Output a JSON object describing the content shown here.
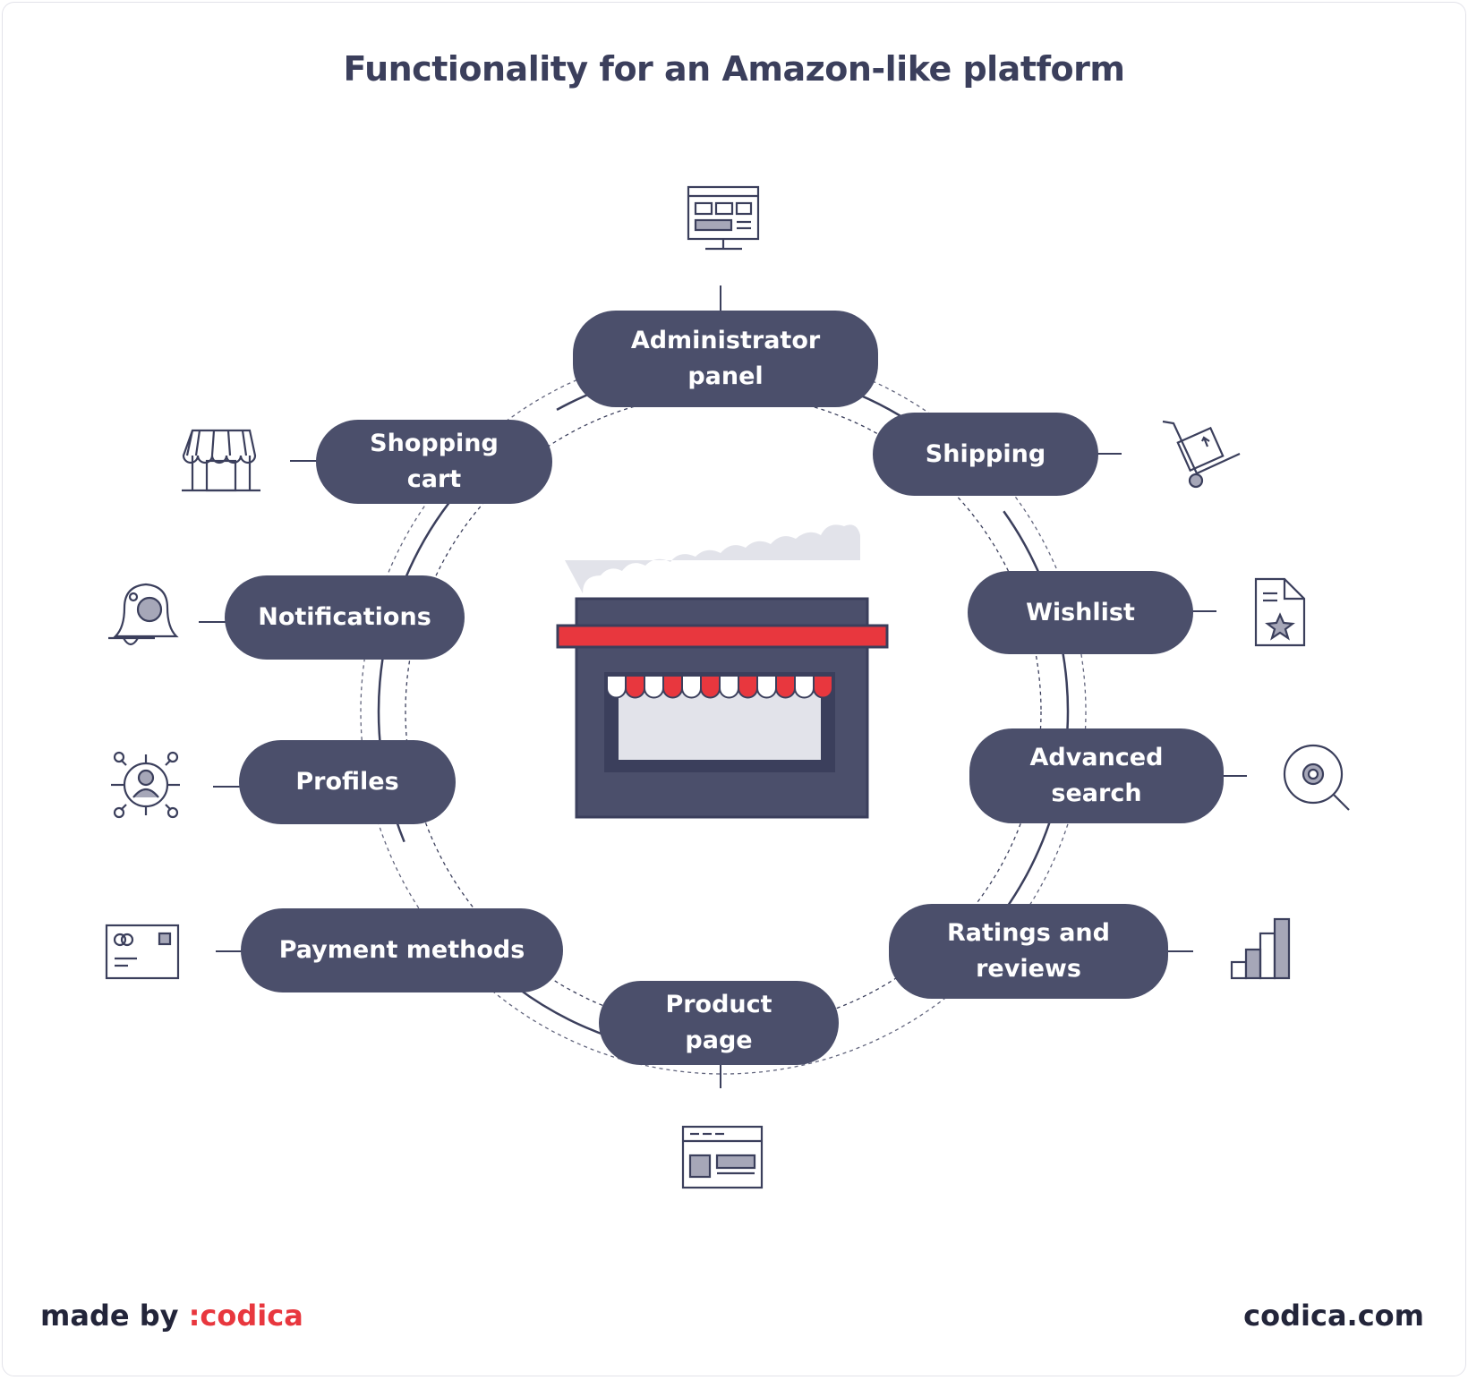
{
  "title": "Functionality for an Amazon-like platform",
  "colors": {
    "node": "#4b4f6b",
    "stroke": "#3b3f5c",
    "accent": "#e8373e",
    "icon_fill": "#a6a7b8"
  },
  "center": {
    "icon": "storefront-icon"
  },
  "nodes": [
    {
      "id": "administrator-panel",
      "label": "Administrator panel",
      "icon": "admin-dashboard-monitor-icon"
    },
    {
      "id": "shipping",
      "label": "Shipping",
      "icon": "delivery-hand-truck-icon"
    },
    {
      "id": "wishlist",
      "label": "Wishlist",
      "icon": "wishlist-document-star-icon"
    },
    {
      "id": "advanced-search",
      "label": "Advanced search",
      "icon": "search-gear-magnifier-icon"
    },
    {
      "id": "ratings-and-reviews",
      "label": "Ratings and reviews",
      "icon": "bar-chart-icon"
    },
    {
      "id": "product-page",
      "label": "Product page",
      "icon": "product-page-window-icon"
    },
    {
      "id": "payment-methods",
      "label": "Payment methods",
      "icon": "credit-card-icon"
    },
    {
      "id": "profiles",
      "label": "Profiles",
      "icon": "user-profile-network-icon"
    },
    {
      "id": "notifications",
      "label": "Notifications",
      "icon": "notification-bell-icon"
    },
    {
      "id": "shopping-cart",
      "label": "Shopping cart",
      "icon": "market-stall-icon"
    }
  ],
  "footer": {
    "made_by": "made by",
    "brand": ":codica",
    "site": "codica.com"
  }
}
